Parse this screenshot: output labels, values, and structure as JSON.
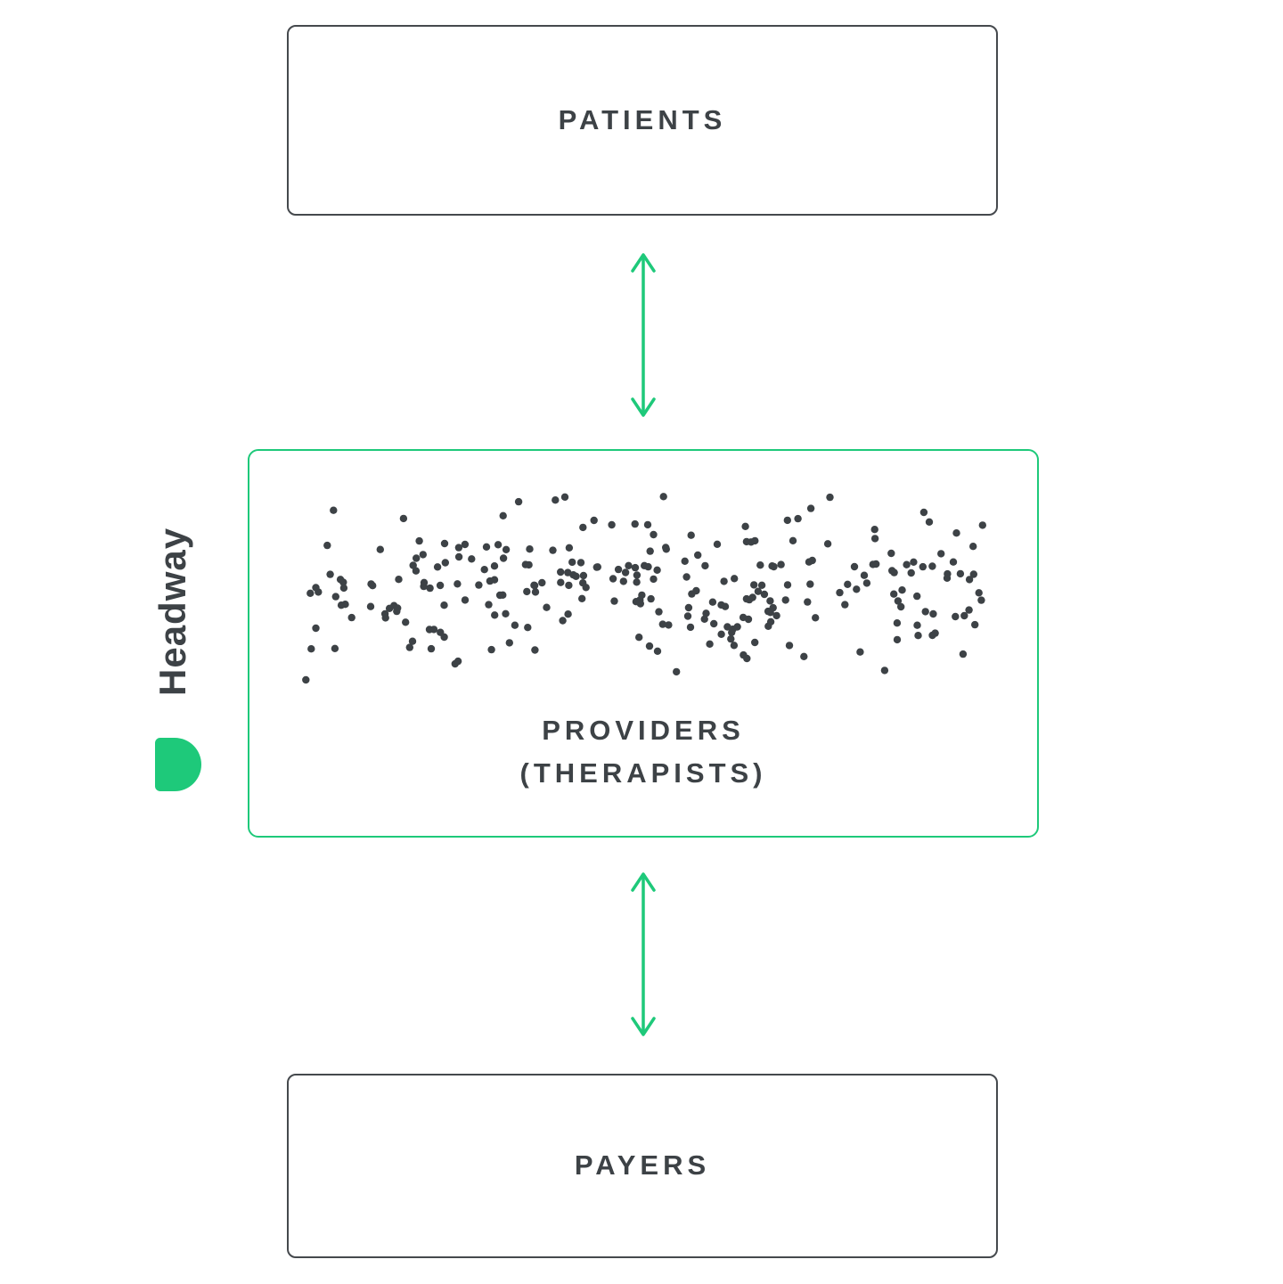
{
  "diagram": {
    "brand": {
      "name": "Headway"
    },
    "nodes": {
      "patients": {
        "label": "PATIENTS"
      },
      "providers": {
        "label_line1": "PROVIDERS",
        "label_line2": "(THERAPISTS)"
      },
      "payers": {
        "label": "PAYERS"
      }
    },
    "connections": [
      {
        "from": "patients",
        "to": "providers",
        "style": "double-headed-arrow"
      },
      {
        "from": "providers",
        "to": "payers",
        "style": "double-headed-arrow"
      }
    ],
    "colors": {
      "accent_green": "#1ec97a",
      "text_dark": "#3d4246",
      "dot_dark": "#3d4246",
      "background": "#ffffff"
    },
    "dots": {
      "count": 265,
      "seed": 42,
      "radius": 4.2
    }
  }
}
